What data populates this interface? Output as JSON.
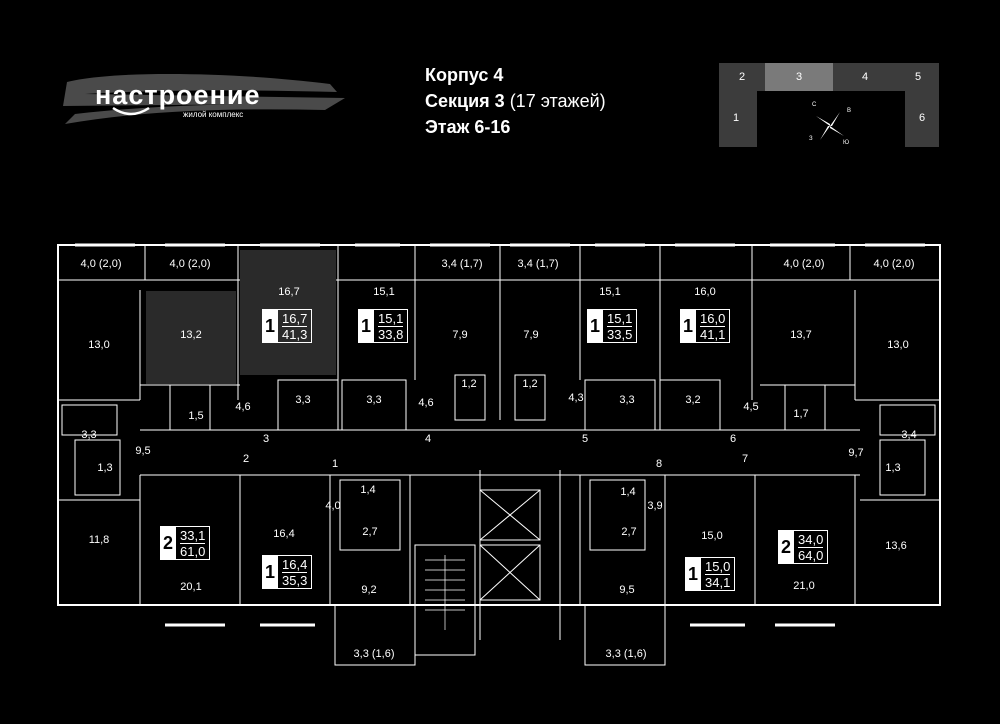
{
  "logo": {
    "main": "настроение",
    "sub": "жилой комплекс"
  },
  "header": {
    "korpus": "Корпус 4",
    "section_label": "Секция 3",
    "section_floors": "(17 этажей)",
    "floors": "Этаж 6-16"
  },
  "keyplan": {
    "sections": [
      "1",
      "2",
      "3",
      "4",
      "5",
      "6"
    ],
    "highlighted": "3",
    "compass": [
      "С",
      "В",
      "Ю",
      "З"
    ]
  },
  "apartments": [
    {
      "rooms": "1",
      "living": "16,7",
      "total": "41,3"
    },
    {
      "rooms": "1",
      "living": "15,1",
      "total": "33,8"
    },
    {
      "rooms": "1",
      "living": "15,1",
      "total": "33,5"
    },
    {
      "rooms": "1",
      "living": "16,0",
      "total": "41,1"
    },
    {
      "rooms": "2",
      "living": "33,1",
      "total": "61,0"
    },
    {
      "rooms": "1",
      "living": "16,4",
      "total": "35,3"
    },
    {
      "rooms": "1",
      "living": "15,0",
      "total": "34,1"
    },
    {
      "rooms": "2",
      "living": "34,0",
      "total": "64,0"
    }
  ],
  "room_labels": [
    "4,0 (2,0)",
    "4,0 (2,0)",
    "16,7",
    "15,1",
    "3,4 (1,7)",
    "3,4 (1,7)",
    "15,1",
    "16,0",
    "4,0 (2,0)",
    "4,0 (2,0)",
    "13,0",
    "13,2",
    "7,9",
    "7,9",
    "13,7",
    "13,0",
    "1,2",
    "1,2",
    "1,5",
    "4,6",
    "3,3",
    "3,3",
    "4,6",
    "4,3",
    "3,3",
    "3,2",
    "4,5",
    "1,7",
    "3,3",
    "9,5",
    "1,3",
    "3",
    "2",
    "4",
    "1",
    "5",
    "6",
    "8",
    "7",
    "9,7",
    "3,4",
    "1,3",
    "1,4",
    "1,4",
    "4,0",
    "3,9",
    "2,7",
    "2,7",
    "11,8",
    "16,4",
    "15,0",
    "13,6",
    "20,1",
    "9,2",
    "9,5",
    "21,0",
    "3,3 (1,6)",
    "3,3 (1,6)"
  ]
}
